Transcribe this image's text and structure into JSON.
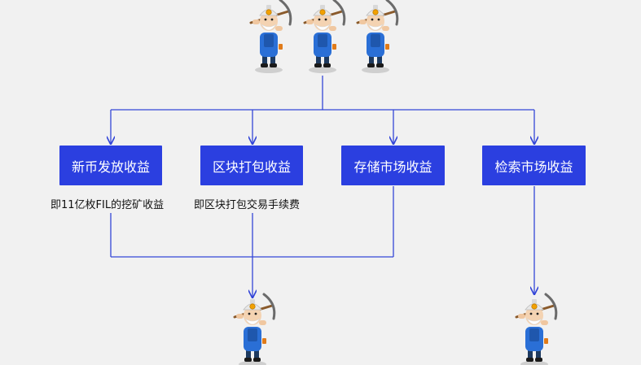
{
  "colors": {
    "box_fill": "#2b3fe0",
    "box_text": "#ffffff",
    "connector": "#3346d8",
    "background": "#f1f1f1"
  },
  "top_group": {
    "icon": "miner-icon",
    "count": 3
  },
  "revenue_boxes": [
    {
      "label": "新币发放收益",
      "note": "即11亿枚FIL的挖矿收益"
    },
    {
      "label": "区块打包收益",
      "note": "即区块打包交易手续费"
    },
    {
      "label": "存储市场收益",
      "note": ""
    },
    {
      "label": "检索市场收益",
      "note": ""
    }
  ],
  "bottom_groups": [
    {
      "icon": "miner-icon",
      "receives_from": [
        "新币发放收益",
        "区块打包收益",
        "存储市场收益"
      ]
    },
    {
      "icon": "miner-icon",
      "receives_from": [
        "检索市场收益"
      ]
    }
  ]
}
